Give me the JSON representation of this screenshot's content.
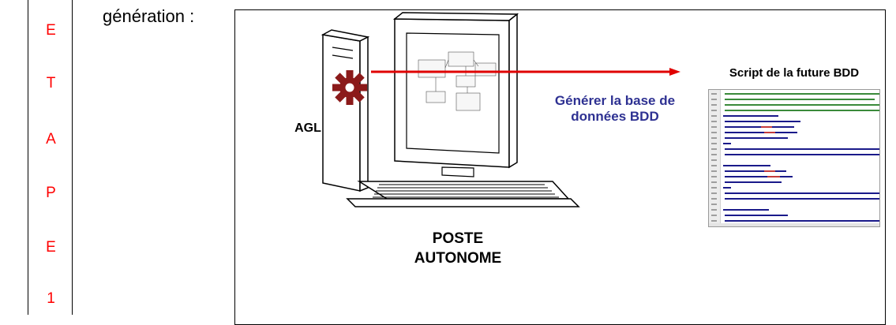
{
  "etape": {
    "letters": [
      "E",
      "T",
      "A",
      "P",
      "E",
      "1"
    ]
  },
  "heading": "génération :",
  "diagram": {
    "computer_label": "AGL",
    "station_label_line1": "POSTE",
    "station_label_line2": "AUTONOME",
    "arrow_label_line1": "Générer la base de",
    "arrow_label_line2": "données BDD",
    "output_title": "Script de la future BDD"
  },
  "colors": {
    "accent_red": "#ff0000",
    "gear": "#8b1a1a",
    "arrow_label": "#2e3192",
    "arrow": "#e00000"
  }
}
